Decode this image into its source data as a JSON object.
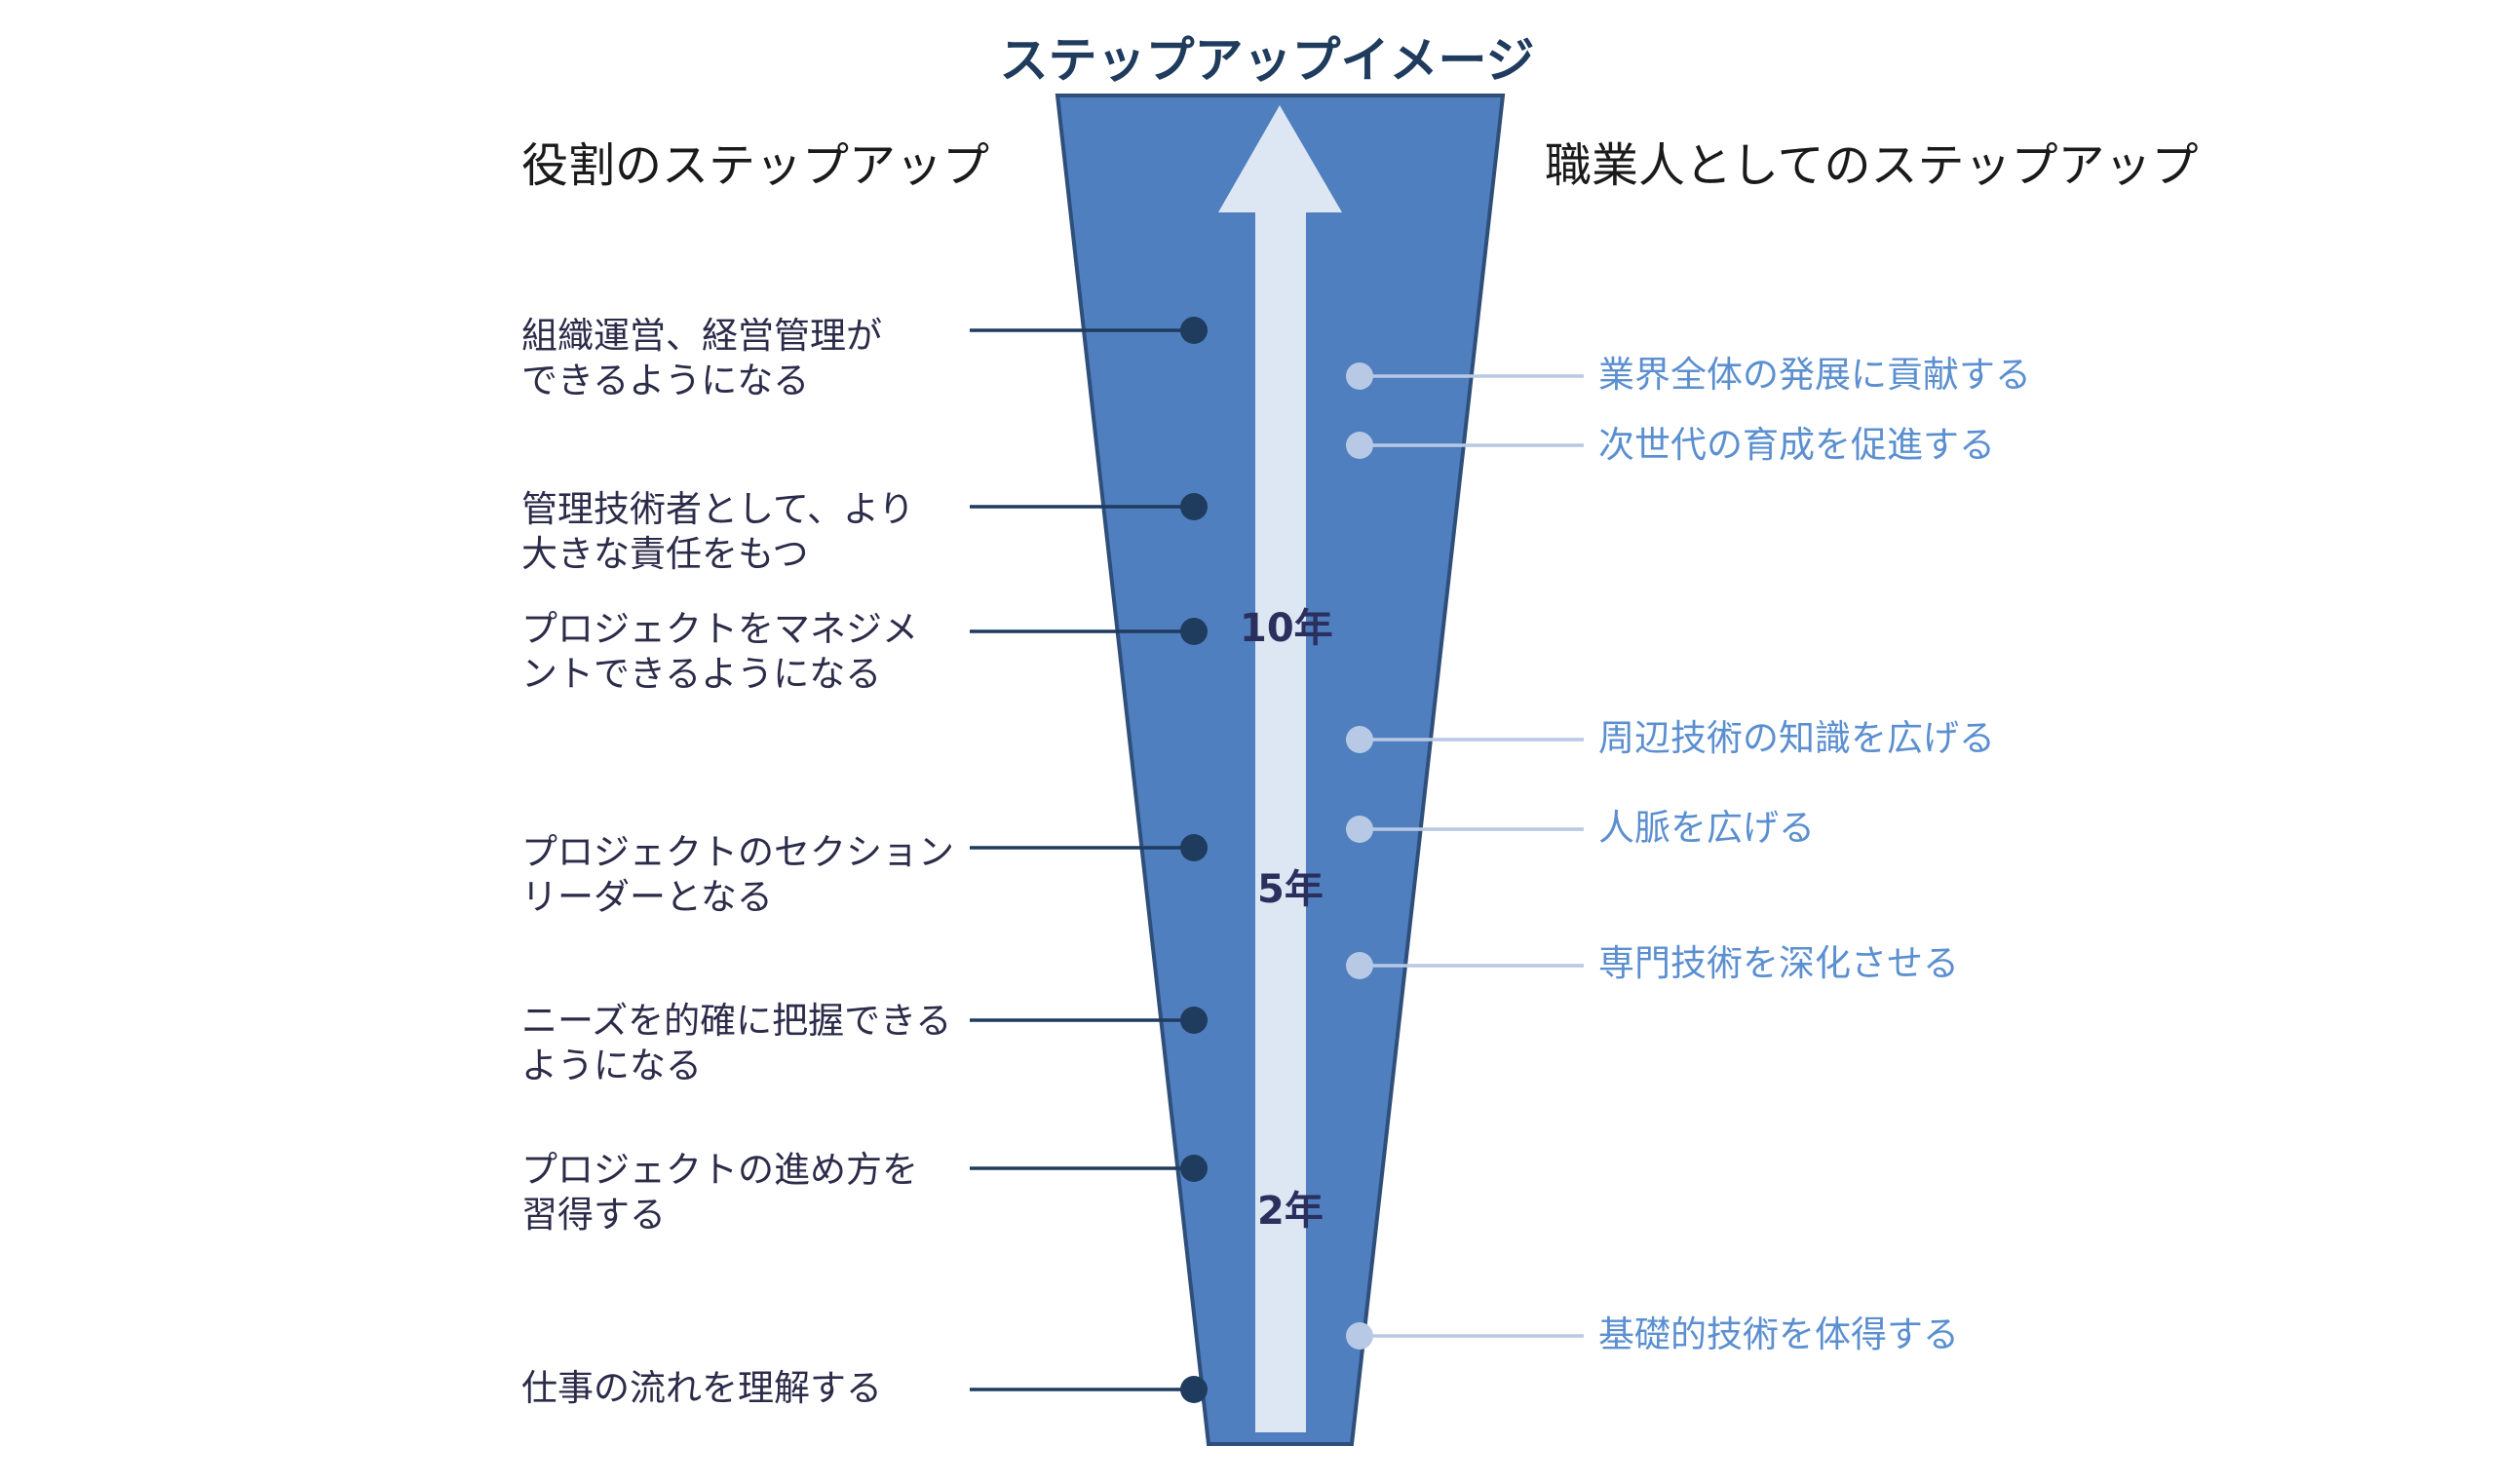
{
  "title": "ステップアップイメージ",
  "headings": {
    "role": "役割のステップアップ",
    "professional": "職業人としてのステップアップ"
  },
  "role_steps": [
    {
      "text": "組織運営、経営管理が\nできるようになる"
    },
    {
      "text": "管理技術者として、より\n大きな責任をもつ"
    },
    {
      "text": "プロジェクトをマネジメ\nントできるようになる"
    },
    {
      "text": "プロジェクトのセクション\nリーダーとなる"
    },
    {
      "text": "ニーズを的確に把握できる\nようになる"
    },
    {
      "text": "プロジェクトの進め方を\n習得する"
    },
    {
      "text": "仕事の流れを理解する"
    }
  ],
  "professional_steps": [
    {
      "text": "業界全体の発展に貢献する"
    },
    {
      "text": "次世代の育成を促進する"
    },
    {
      "text": "周辺技術の知識を広げる"
    },
    {
      "text": "人脈を広げる"
    },
    {
      "text": "専門技術を深化させる"
    },
    {
      "text": "基礎的技術を体得する"
    }
  ],
  "years": [
    "10年",
    "5年",
    "2年"
  ],
  "colors": {
    "funnel": "#4f7fbf",
    "funnel_border": "#2f4f7a",
    "arrow": "#dde6f3",
    "left_dot": "#1f3b5e",
    "right_dot": "#b7c9e4",
    "right_text": "#5b8fd0"
  }
}
